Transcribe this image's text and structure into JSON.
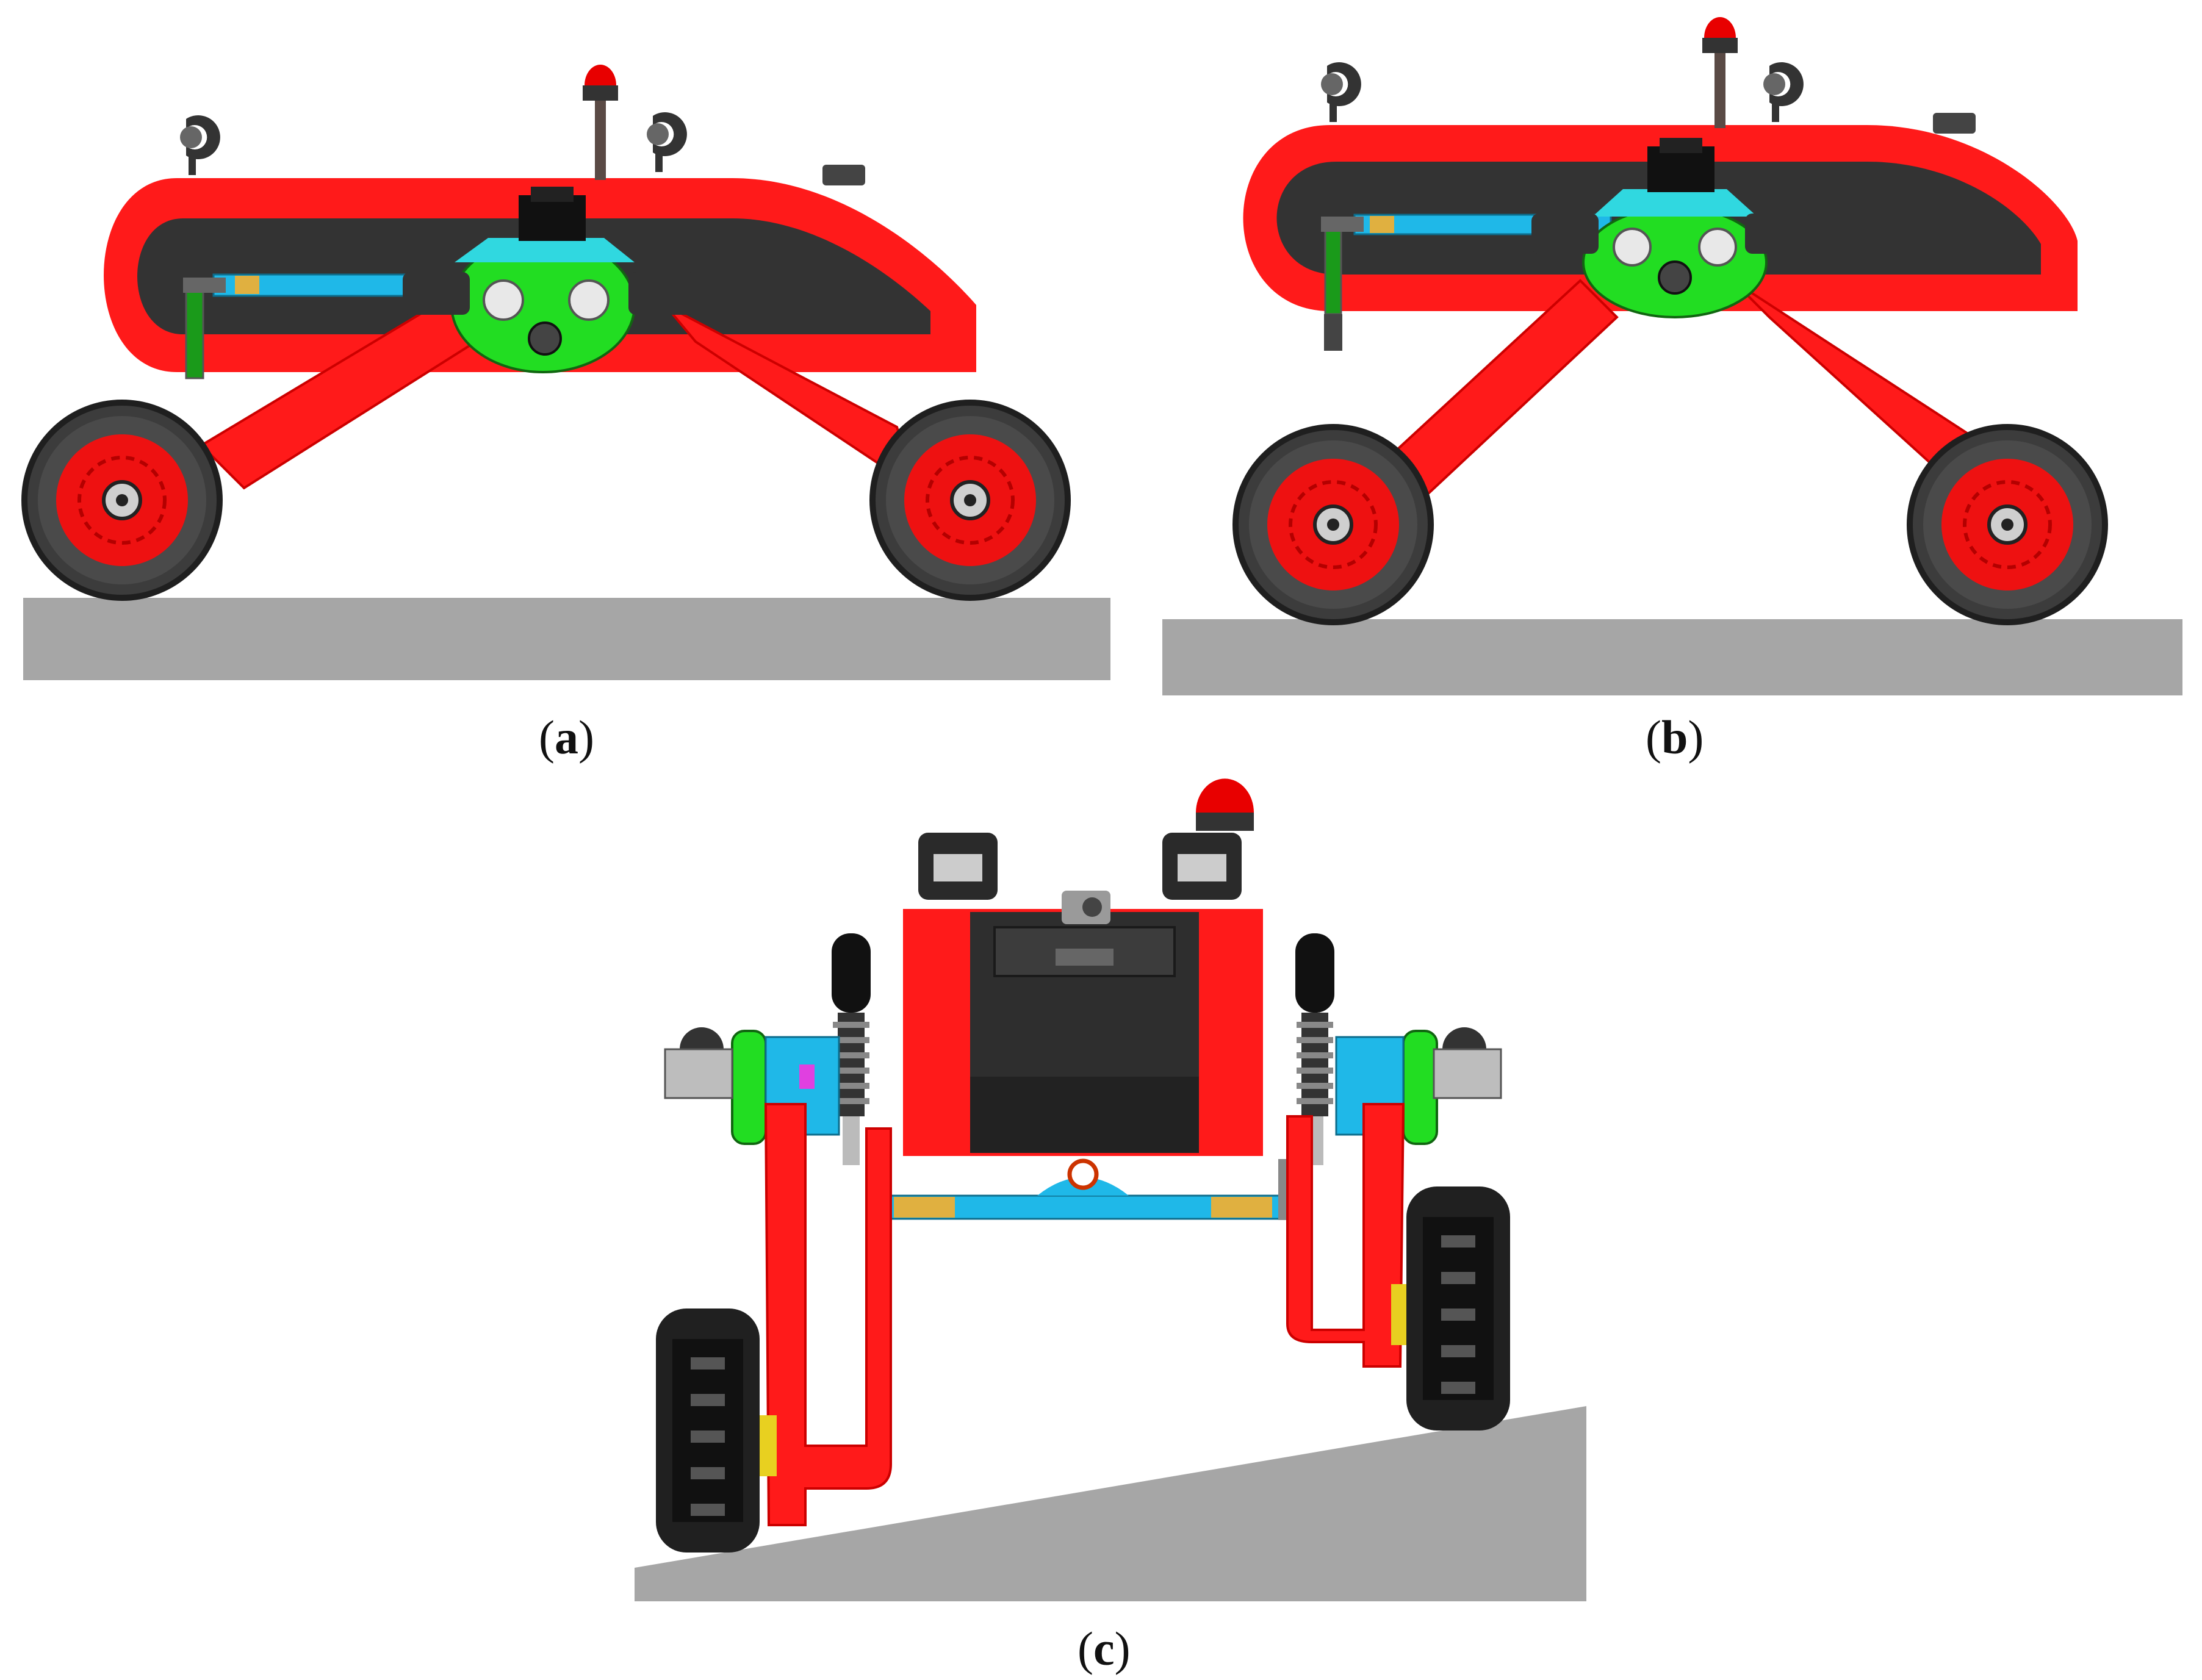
{
  "captions": {
    "a": "a",
    "b": "b",
    "c": "c"
  },
  "colors": {
    "chassis": "#ff1a1a",
    "chassis_panel": "#333333",
    "hub": "#22dd22",
    "arm": "#ff1a1a",
    "tire": "#3a3a3a",
    "rim": "#ee1111",
    "link": "#1fb8e8",
    "ground": "#a6a6a6",
    "beacon": "#e80000"
  }
}
